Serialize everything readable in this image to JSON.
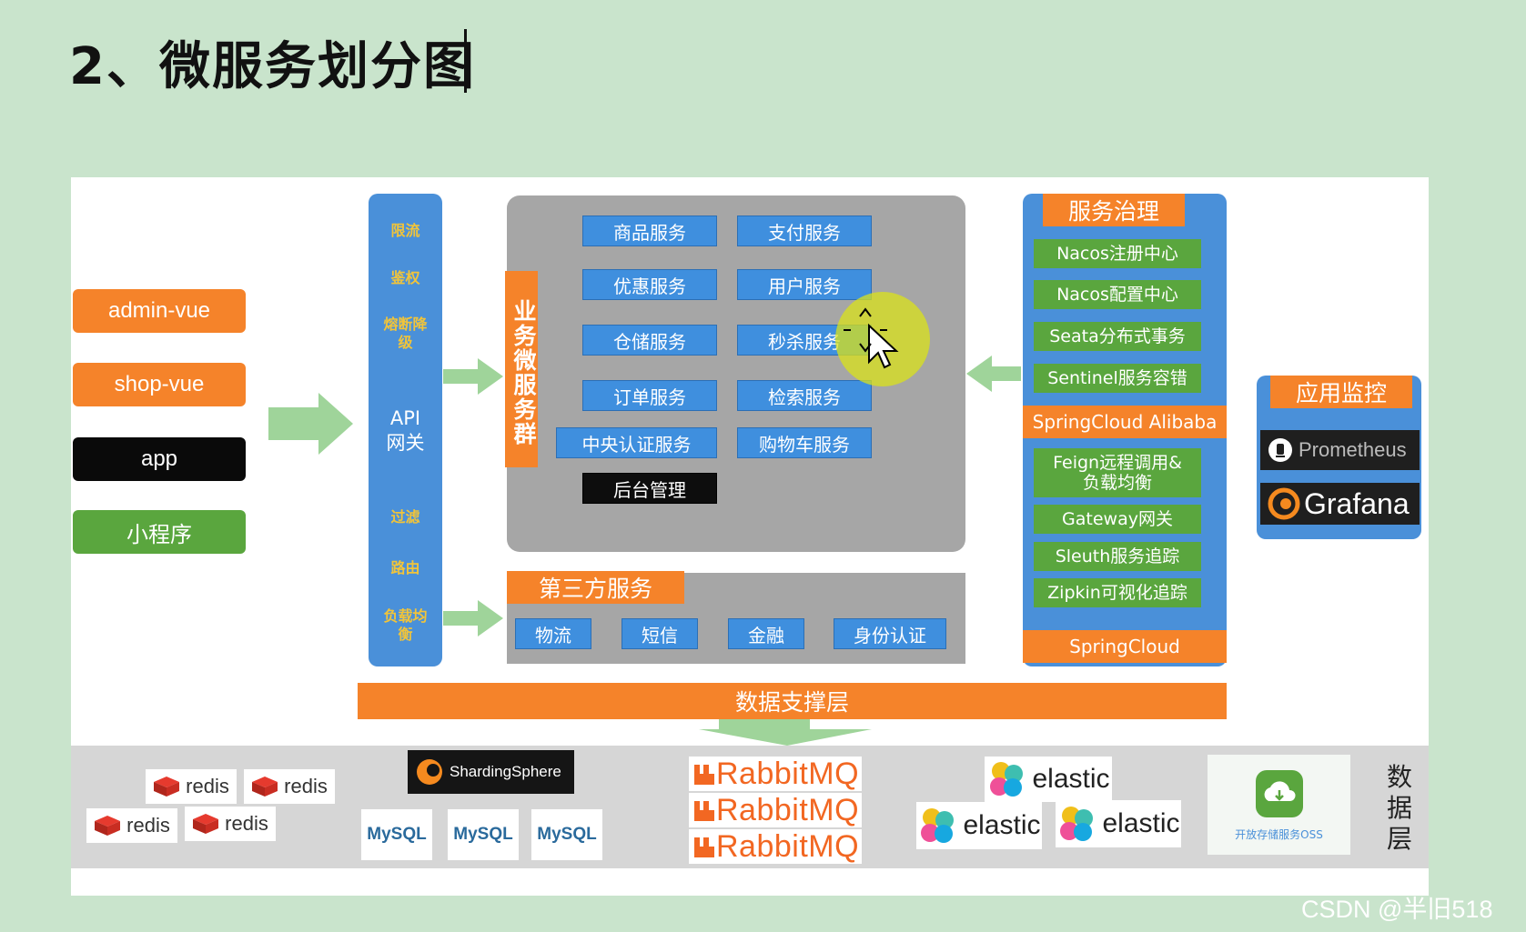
{
  "title": "2、微服务划分图",
  "clients": [
    "admin-vue",
    "shop-vue",
    "app",
    "小程序"
  ],
  "gateway": {
    "items_top": [
      "限流",
      "鉴权",
      "熔断降级"
    ],
    "api": "API",
    "api2": "网关",
    "items_bottom": [
      "过滤",
      "路由",
      "负载均衡"
    ]
  },
  "business": {
    "label": "业务微服务群",
    "services": [
      "商品服务",
      "支付服务",
      "优惠服务",
      "用户服务",
      "仓储服务",
      "秒杀服务",
      "订单服务",
      "检索服务",
      "中央认证服务",
      "购物车服务",
      "后台管理"
    ]
  },
  "third_party": {
    "label": "第三方服务",
    "services": [
      "物流",
      "短信",
      "金融",
      "身份认证"
    ]
  },
  "governance": {
    "title": "服务治理",
    "alibaba_items": [
      "Nacos注册中心",
      "Nacos配置中心",
      "Seata分布式事务",
      "Sentinel服务容错"
    ],
    "alibaba_label": "SpringCloud Alibaba",
    "cloud_items": [
      "Feign远程调用&负载均衡",
      "Gateway网关",
      "Sleuth服务追踪",
      "Zipkin可视化追踪"
    ],
    "cloud_label": "SpringCloud"
  },
  "monitoring": {
    "title": "应用监控",
    "tools": [
      "Prometheus",
      "Grafana"
    ]
  },
  "data_bar": "数据支撑层",
  "data_layer": {
    "redis": [
      "redis",
      "redis",
      "redis",
      "redis"
    ],
    "sharding": "ShardingSphere",
    "mysql": [
      "MySQL",
      "MySQL",
      "MySQL"
    ],
    "rabbit": [
      "RabbitMQ",
      "RabbitMQ",
      "RabbitMQ"
    ],
    "elastic": [
      "elastic",
      "elastic",
      "elastic"
    ],
    "oss": "开放存储服务OSS",
    "side_label": "数据层"
  },
  "watermark": "CSDN @半旧518",
  "colors": {
    "background": "#c9e4cc",
    "orange": "#f5832a",
    "blue": "#4a90d9",
    "green": "#5aa63e",
    "gray": "#a6a6a6",
    "arrow": "#9fd49a"
  }
}
